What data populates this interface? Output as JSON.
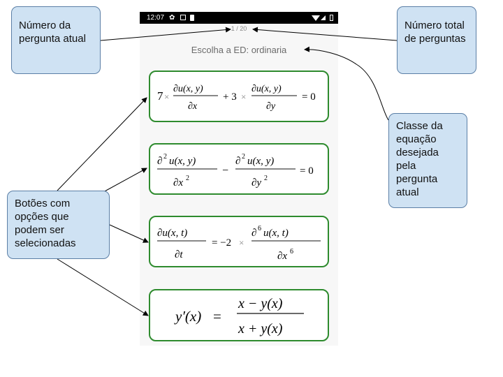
{
  "status_bar": {
    "time": "12:07",
    "icons": [
      "gear-icon",
      "sim-card-icon",
      "clipboard-icon",
      "wifi-icon",
      "signal-icon",
      "battery-icon"
    ]
  },
  "quiz": {
    "counter": "1 / 20",
    "prompt": "Escolha a ED: ordinaria",
    "options": [
      {
        "expression": "7 × ∂u(x, y)/∂x + 3 × ∂u(x, y)/∂y = 0"
      },
      {
        "expression": "∂²u(x, y)/∂x² − ∂²u(x, y)/∂y² = 0"
      },
      {
        "expression": "∂u(x, t)/∂t = −2 × ∂⁶u(x, t)/∂x⁶"
      },
      {
        "expression": "y′(x) = (x − y(x))/(x + y(x))"
      }
    ]
  },
  "annotations": {
    "current_question": "Número da pergunta atual",
    "total_questions": "Número total de perguntas",
    "class_label": "Classe da equação desejada pela pergunta atual",
    "buttons_label": "Botões com opções que podem ser selecionadas"
  },
  "colors": {
    "option_border": "#2e8b2e",
    "callout_fill": "#cfe2f3",
    "callout_border": "#5b7fa6",
    "status_bar": "#000000"
  }
}
